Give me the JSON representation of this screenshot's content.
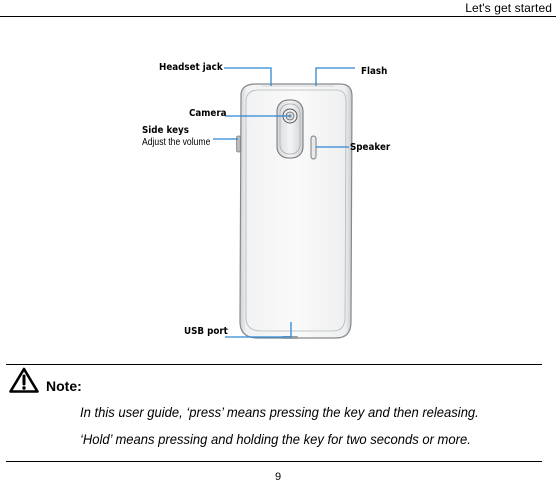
{
  "header": {
    "title": "Let's get started"
  },
  "figure": {
    "labels": {
      "headset_jack": "Headset jack",
      "flash": "Flash",
      "camera": "Camera",
      "side_keys": "Side keys",
      "side_keys_desc": "Adjust the volume",
      "speaker": "Speaker",
      "usb_port": "USB port"
    },
    "callout_color": "#2f86d6"
  },
  "note": {
    "icon": "warning-icon",
    "title": "Note:",
    "lines": [
      "In this user guide, ‘press’ means pressing the key and then releasing.",
      "‘Hold’ means pressing and holding the key for two seconds or more."
    ]
  },
  "footer": {
    "page_number": "9"
  }
}
